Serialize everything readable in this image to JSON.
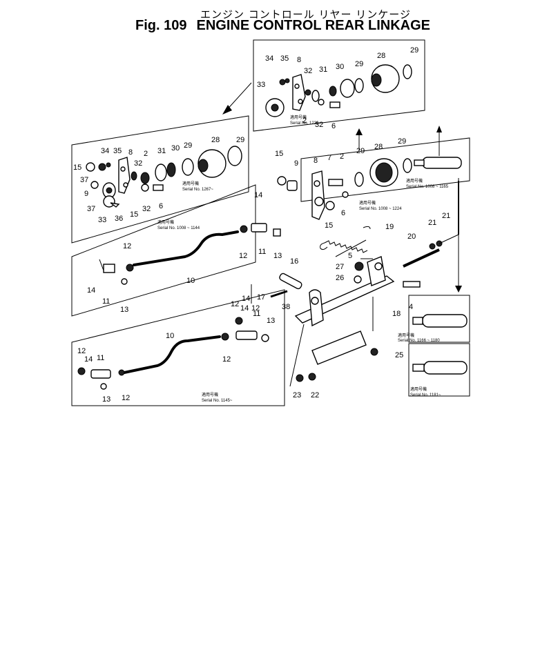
{
  "header": {
    "japanese_title": "エンジン コントロール リヤー リンケージ",
    "fig_label": "Fig. 109",
    "title": "ENGINE CONTROL REAR LINKAGE"
  },
  "serial_notes": {
    "top_box": "Serial No. 1226~",
    "left_box": "Serial No. 1267~",
    "center_1224": "Serial No. 1008 ~ 1224",
    "right_1165": "Serial No. 1008 ~ 1165",
    "rod_1144": "Serial No. 1008 ~ 1144",
    "lower_1145": "Serial No. 1145~",
    "right_1180": "Serial No. 1166 ~ 1180",
    "right_1181": "Serial No. 1181~"
  },
  "applicability_mark": "適用号機",
  "callouts": [
    {
      "id": "c34a",
      "text": "34"
    },
    {
      "id": "c35a",
      "text": "35"
    },
    {
      "id": "c8a",
      "text": "8"
    },
    {
      "id": "c32a",
      "text": "32"
    },
    {
      "id": "c31a",
      "text": "31"
    },
    {
      "id": "c30a",
      "text": "30"
    },
    {
      "id": "c29a",
      "text": "29"
    },
    {
      "id": "c28a",
      "text": "28"
    },
    {
      "id": "c29b",
      "text": "29"
    },
    {
      "id": "c33a",
      "text": "33"
    },
    {
      "id": "c2a",
      "text": "2"
    },
    {
      "id": "c32b",
      "text": "32"
    },
    {
      "id": "c6a",
      "text": "6"
    },
    {
      "id": "c34b",
      "text": "34"
    },
    {
      "id": "c35b",
      "text": "35"
    },
    {
      "id": "c8b",
      "text": "8"
    },
    {
      "id": "c2b",
      "text": "2"
    },
    {
      "id": "c31b",
      "text": "31"
    },
    {
      "id": "c30b",
      "text": "30"
    },
    {
      "id": "c29c",
      "text": "29"
    },
    {
      "id": "c28b",
      "text": "28"
    },
    {
      "id": "c29d",
      "text": "29"
    },
    {
      "id": "c15a",
      "text": "15"
    },
    {
      "id": "c32c",
      "text": "32"
    },
    {
      "id": "c37a",
      "text": "37"
    },
    {
      "id": "c9a",
      "text": "9"
    },
    {
      "id": "c37b",
      "text": "37"
    },
    {
      "id": "c32d",
      "text": "32"
    },
    {
      "id": "c6b",
      "text": "6"
    },
    {
      "id": "c15b",
      "text": "15"
    },
    {
      "id": "c33b",
      "text": "33"
    },
    {
      "id": "c36a",
      "text": "36"
    },
    {
      "id": "c15c",
      "text": "15"
    },
    {
      "id": "c9b",
      "text": "9"
    },
    {
      "id": "c8c",
      "text": "8"
    },
    {
      "id": "c7a",
      "text": "7"
    },
    {
      "id": "c2c",
      "text": "2"
    },
    {
      "id": "c29e",
      "text": "29"
    },
    {
      "id": "c28c",
      "text": "28"
    },
    {
      "id": "c29f",
      "text": "29"
    },
    {
      "id": "c6c",
      "text": "6"
    },
    {
      "id": "c15d",
      "text": "15"
    },
    {
      "id": "c19a",
      "text": "19"
    },
    {
      "id": "c21a",
      "text": "21"
    },
    {
      "id": "c21b",
      "text": "21"
    },
    {
      "id": "c20a",
      "text": "20"
    },
    {
      "id": "c5a",
      "text": "5"
    },
    {
      "id": "c27a",
      "text": "27"
    },
    {
      "id": "c26a",
      "text": "26"
    },
    {
      "id": "c4a",
      "text": "4"
    },
    {
      "id": "c18a",
      "text": "18"
    },
    {
      "id": "c16a",
      "text": "16"
    },
    {
      "id": "c17a",
      "text": "17"
    },
    {
      "id": "c38a",
      "text": "38"
    },
    {
      "id": "c25a",
      "text": "25"
    },
    {
      "id": "c23a",
      "text": "23"
    },
    {
      "id": "c22a",
      "text": "22"
    },
    {
      "id": "c14a",
      "text": "14"
    },
    {
      "id": "c11a",
      "text": "11"
    },
    {
      "id": "c12a",
      "text": "12"
    },
    {
      "id": "c13a",
      "text": "13"
    },
    {
      "id": "c12b",
      "text": "12"
    },
    {
      "id": "c14b",
      "text": "14"
    },
    {
      "id": "c11b",
      "text": "11"
    },
    {
      "id": "c13b",
      "text": "13"
    },
    {
      "id": "c10a",
      "text": "10"
    },
    {
      "id": "c12c",
      "text": "12"
    },
    {
      "id": "c14c",
      "text": "14"
    },
    {
      "id": "c12d",
      "text": "12"
    },
    {
      "id": "c14d",
      "text": "14"
    },
    {
      "id": "c11c",
      "text": "11"
    },
    {
      "id": "c13c",
      "text": "13"
    },
    {
      "id": "c10b",
      "text": "10"
    },
    {
      "id": "c12e",
      "text": "12"
    },
    {
      "id": "c12f",
      "text": "12"
    },
    {
      "id": "c14e",
      "text": "14"
    },
    {
      "id": "c11d",
      "text": "11"
    },
    {
      "id": "c12g",
      "text": "12"
    },
    {
      "id": "c13d",
      "text": "13"
    }
  ]
}
